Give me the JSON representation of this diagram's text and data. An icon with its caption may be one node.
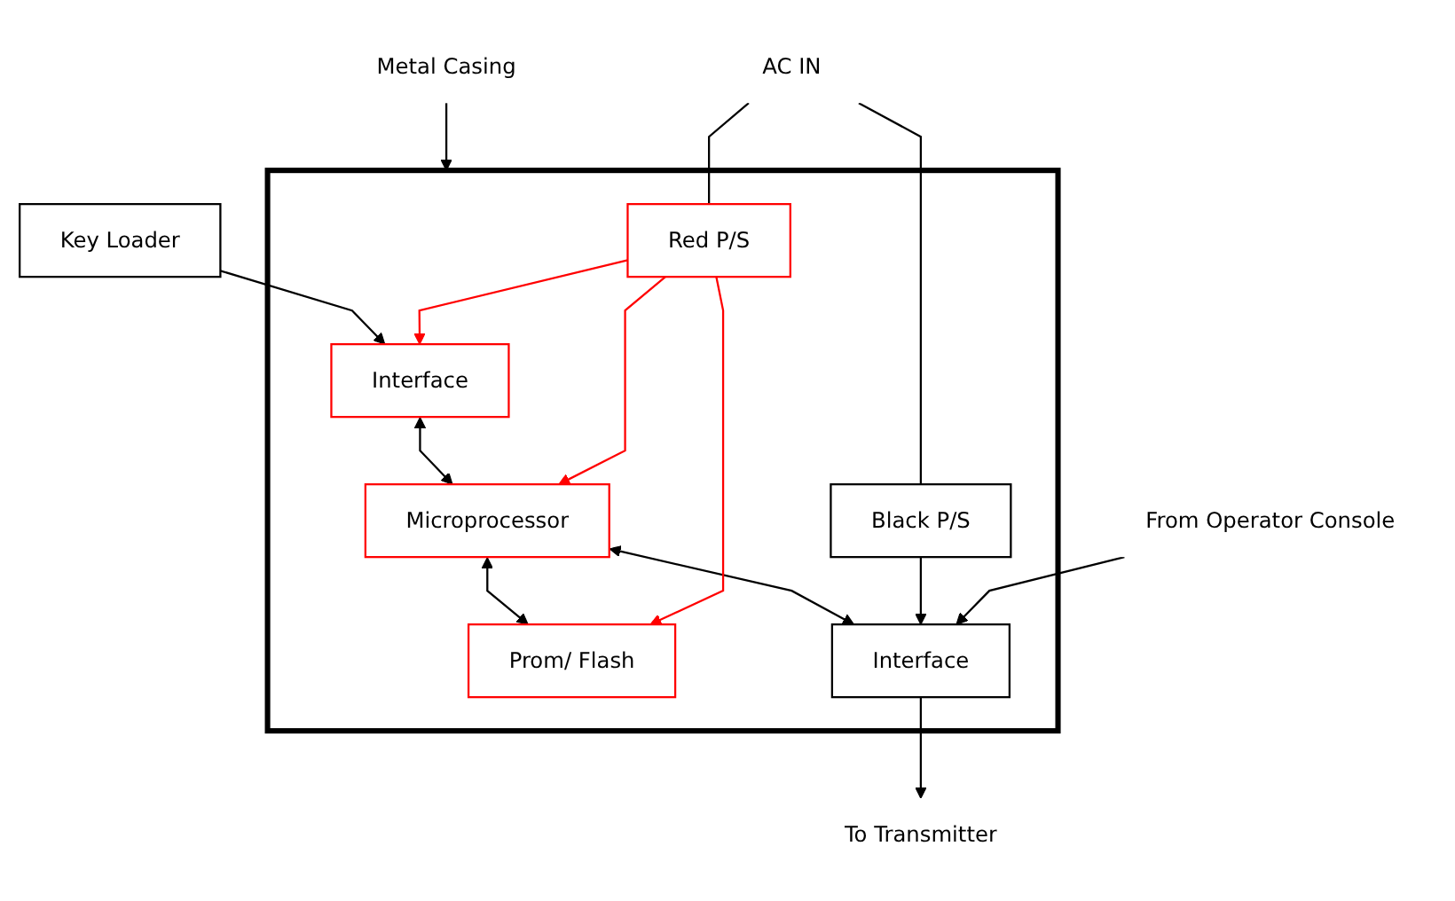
{
  "diagram": {
    "nodes": [
      {
        "text": [],
        "shape": "box"
      },
      {
        "text": [
          "Key Loader"
        ]
      },
      {
        "text": [
          "Interface"
        ],
        "in": 0
      },
      {
        "text": [
          "Microprocessor"
        ],
        "in": 0
      },
      {
        "text": [
          "Prom/ Flash"
        ],
        "in": 0
      },
      {
        "text": [
          "Interface"
        ],
        "in": 0
      },
      {
        "text": [
          "Red P/S"
        ],
        "in": 0
      },
      {
        "text": [
          "Black P/S"
        ],
        "in": 0
      },
      {
        "text": [
          "From Operator Console"
        ]
      },
      {
        "text": [
          "To Transmitter"
        ]
      },
      {
        "text": [
          "Metal Casing"
        ]
      },
      {
        "text": [
          "AC IN"
        ]
      }
    ],
    "edges": [
      {
        "from": 1,
        "to": 2,
        "arrow": "to"
      },
      {
        "from": 2,
        "to": 3,
        "arrow": "both"
      },
      {
        "from": 3,
        "to": 4,
        "arrow": "both"
      },
      {
        "from": 3,
        "to": 5,
        "arrow": "both"
      },
      {
        "from": 6,
        "to": 4,
        "arrow": "to",
        "color": "#ff0000"
      },
      {
        "from": 6,
        "to": 2,
        "arrow": "to",
        "color": "#ff0000"
      },
      {
        "from": 6,
        "to": 3,
        "arrow": "to",
        "color": "#ff0000"
      },
      {
        "from": 7,
        "to": 5,
        "arrow": "to"
      },
      {
        "from": 8,
        "to": 5,
        "arrow": "to"
      },
      {
        "from": 5,
        "to": 9,
        "arrow": "to"
      },
      {
        "from": 10,
        "to": 0,
        "arrow": "to"
      },
      {
        "from": 11,
        "to": 6,
        "arrow": "none"
      },
      {
        "from": 11,
        "to": 7,
        "arrow": "none"
      }
    ]
  }
}
